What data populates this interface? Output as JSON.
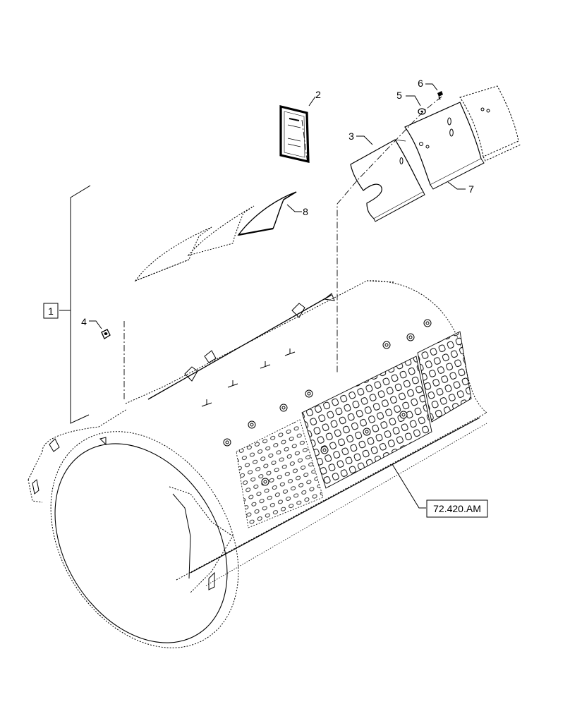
{
  "diagram": {
    "callouts": [
      {
        "id": "c1",
        "text": "1"
      },
      {
        "id": "c2",
        "text": "2"
      },
      {
        "id": "c3",
        "text": "3"
      },
      {
        "id": "c4",
        "text": "4"
      },
      {
        "id": "c5",
        "text": "5"
      },
      {
        "id": "c6",
        "text": "6"
      },
      {
        "id": "c7",
        "text": "7"
      },
      {
        "id": "c8",
        "text": "8"
      }
    ],
    "reference_label": "72.420.AM"
  }
}
